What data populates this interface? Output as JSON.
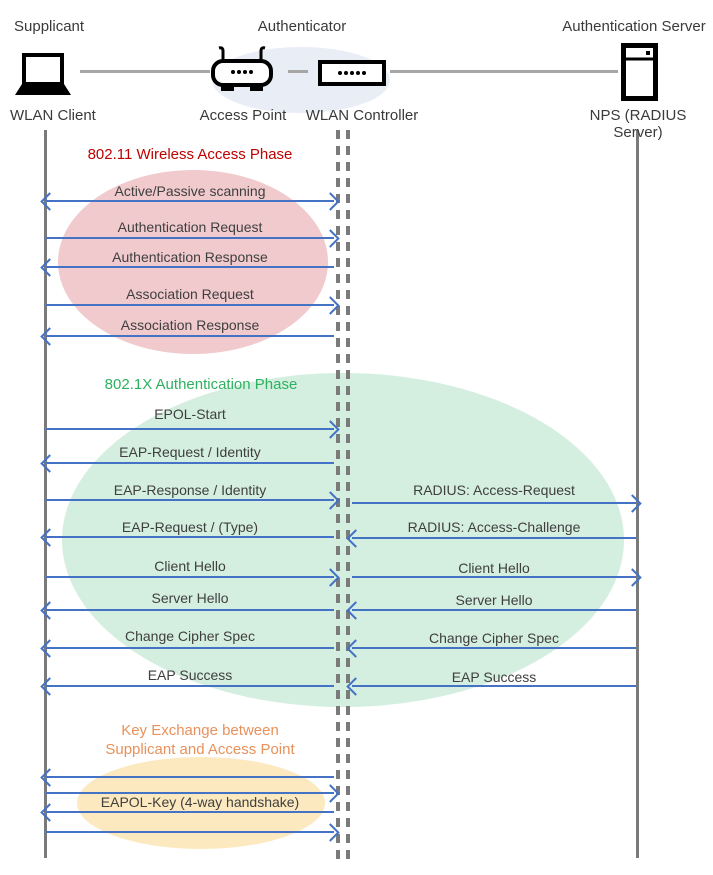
{
  "header": {
    "roles": [
      {
        "label": "Supplicant"
      },
      {
        "label": "Authenticator"
      },
      {
        "label": "Authentication Server"
      }
    ],
    "devices": [
      {
        "label": "WLAN Client",
        "icon": "laptop-icon"
      },
      {
        "label": "Access Point",
        "icon": "access-point-icon"
      },
      {
        "label": "WLAN Controller",
        "icon": "wlan-controller-icon"
      },
      {
        "label": "NPS (RADIUS Server)",
        "icon": "server-icon"
      }
    ]
  },
  "phases": [
    {
      "title": "802.11 Wireless Access Phase",
      "title_color": "#C00000",
      "ellipse_color": "#F0CACC"
    },
    {
      "title": "802.1X Authentication Phase",
      "title_color": "#2DB15F",
      "ellipse_color": "#D4EEDF"
    },
    {
      "title_line1": "Key Exchange between",
      "title_line2": "Supplicant and Access Point",
      "title_color": "#E8915A",
      "ellipse_color": "#FCE9C0"
    }
  ],
  "messages": {
    "client_controller": [
      {
        "label": "Active/Passive scanning",
        "direction": "both"
      },
      {
        "label": "Authentication Request",
        "direction": "right"
      },
      {
        "label": "Authentication Response",
        "direction": "left"
      },
      {
        "label": "Association Request",
        "direction": "right"
      },
      {
        "label": "Association Response",
        "direction": "left"
      },
      {
        "label": "EPOL-Start",
        "direction": "right"
      },
      {
        "label": "EAP-Request / Identity",
        "direction": "left"
      },
      {
        "label": "EAP-Response / Identity",
        "direction": "right"
      },
      {
        "label": "EAP-Request / (Type)",
        "direction": "left"
      },
      {
        "label": "Client Hello",
        "direction": "right"
      },
      {
        "label": "Server Hello",
        "direction": "left"
      },
      {
        "label": "Change Cipher Spec",
        "direction": "left"
      },
      {
        "label": "EAP Success",
        "direction": "left"
      }
    ],
    "controller_server": [
      {
        "label": "RADIUS: Access-Request",
        "direction": "right"
      },
      {
        "label": "RADIUS: Access-Challenge",
        "direction": "left"
      },
      {
        "label": "Client Hello",
        "direction": "right"
      },
      {
        "label": "Server Hello",
        "direction": "left"
      },
      {
        "label": "Change Cipher Spec",
        "direction": "left"
      },
      {
        "label": "EAP Success",
        "direction": "left"
      }
    ],
    "key_exchange": {
      "label": "EAPOL-Key (4-way handshake)",
      "arrow_directions": [
        "left",
        "right",
        "left",
        "right"
      ]
    }
  },
  "colors": {
    "arrow": "#4472C4",
    "lifeline": "#7A7A7A",
    "device_link": "#A6A6A6",
    "message_text": "#3F3F3F",
    "authenticator_ellipse": "#E9EDF6"
  }
}
